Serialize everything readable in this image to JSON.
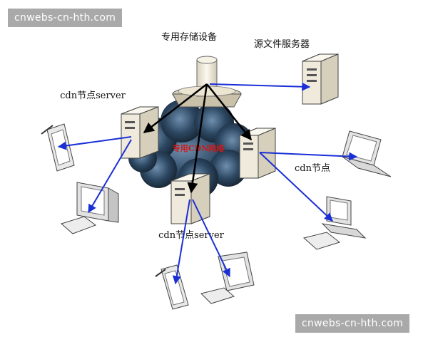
{
  "labels": {
    "storage": "专用存储设备",
    "source_server": "源文件服务器",
    "cdn_node_left": "cdn节点server",
    "cdn_node_right": "cdn节点",
    "cdn_node_bottom": "cdn节点server",
    "cloud": "专用CDN网络"
  },
  "watermarks": {
    "top": "cnwebs-cn-hth.com",
    "bottom": "cnwebs-cn-hth.com"
  },
  "colors": {
    "link_blue": "#1a2fd6",
    "link_black": "#000000",
    "cloud_dark": "#1f3347",
    "cloud_mid": "#3d5a78",
    "cloud_label": "#d01818",
    "server_fill": "#efeadb"
  }
}
